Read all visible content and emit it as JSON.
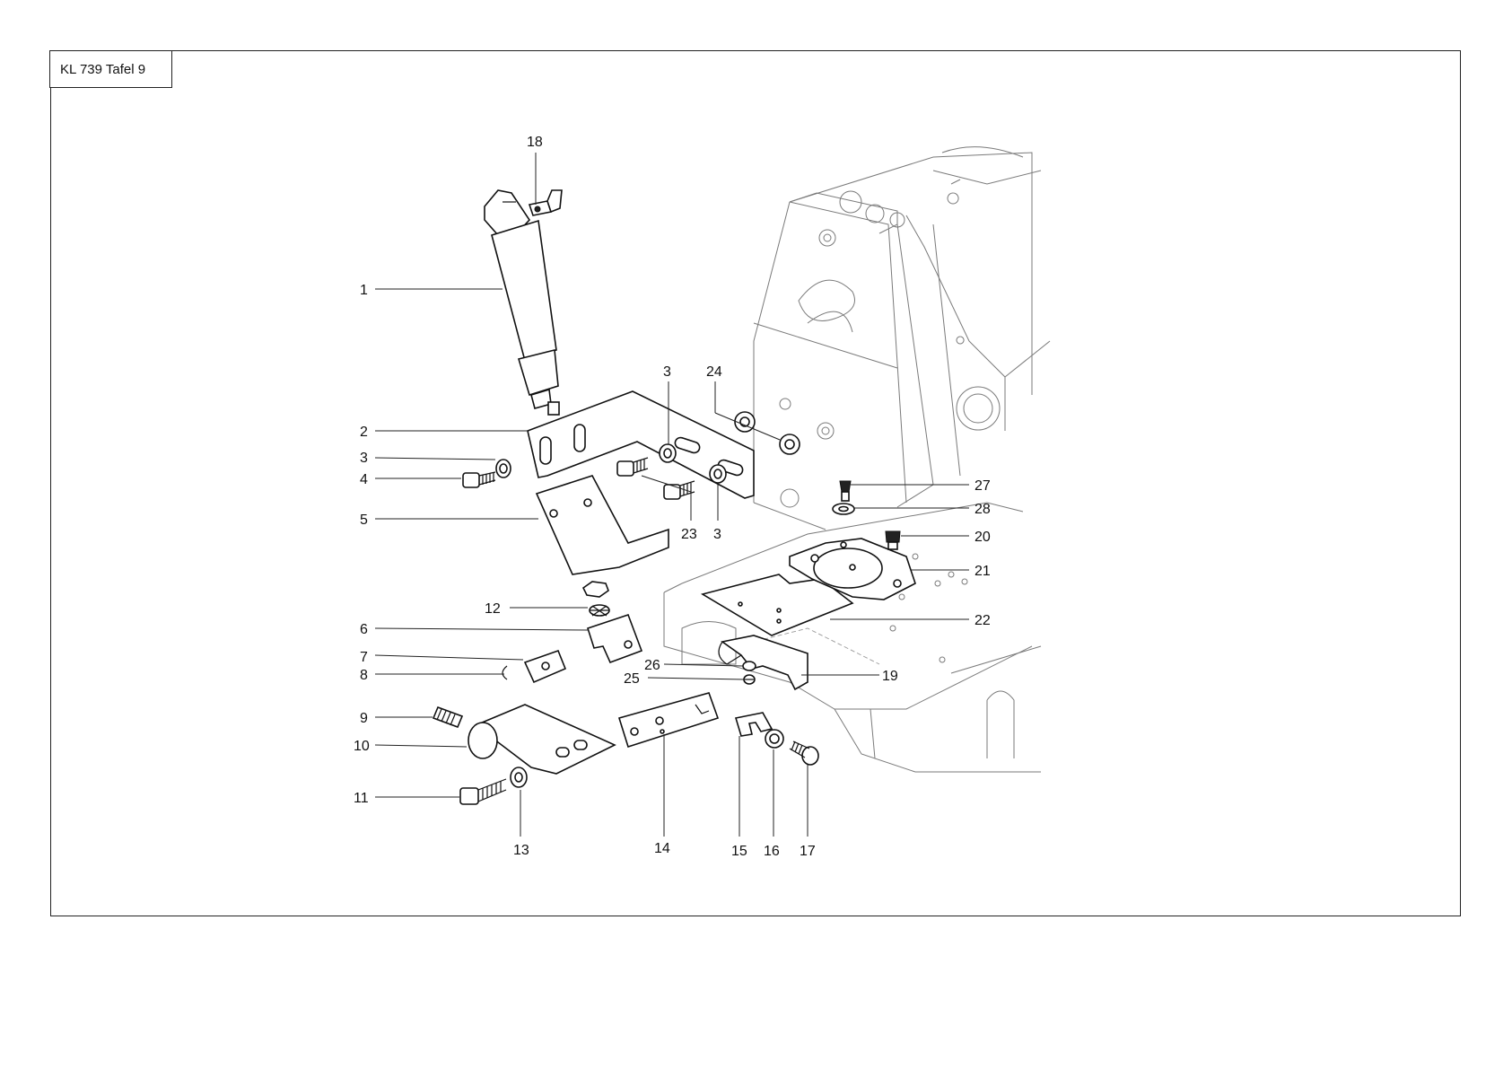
{
  "sheet": {
    "title": "KL 739 Tafel 9"
  },
  "callouts": {
    "c1": "1",
    "c2": "2",
    "c3a": "3",
    "c3b": "3",
    "c3c": "3",
    "c4": "4",
    "c5": "5",
    "c6": "6",
    "c7": "7",
    "c8": "8",
    "c9": "9",
    "c10": "10",
    "c11": "11",
    "c12": "12",
    "c13": "13",
    "c14": "14",
    "c15": "15",
    "c16": "16",
    "c17": "17",
    "c18": "18",
    "c19": "19",
    "c20": "20",
    "c21": "21",
    "c22": "22",
    "c23": "23",
    "c24": "24",
    "c25": "25",
    "c26": "26",
    "c27": "27",
    "c28": "28"
  }
}
